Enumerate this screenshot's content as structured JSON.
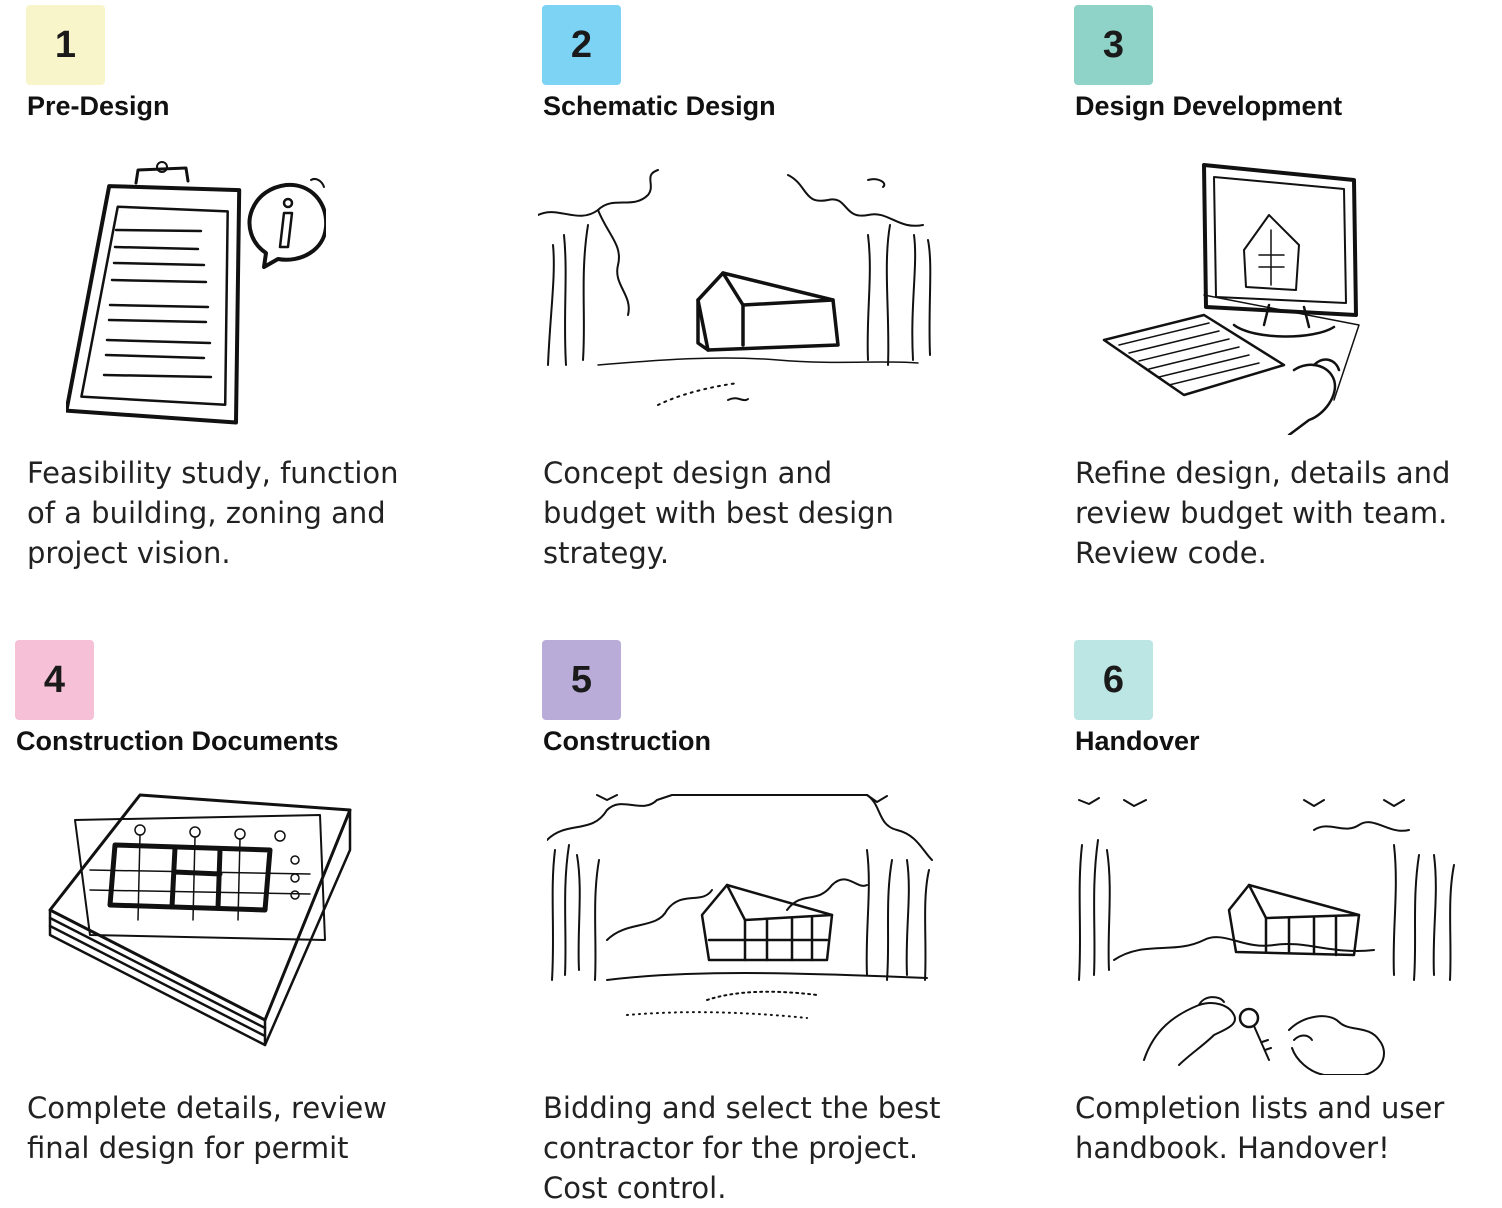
{
  "steps": [
    {
      "number": "1",
      "title": "Pre-Design",
      "description": "Feasibility study, function of a building, zoning and project vision.",
      "badge_color": "#f7f5c9",
      "illustration": "clipboard-info-icon"
    },
    {
      "number": "2",
      "title": "Schematic Design",
      "description": "Concept design and budget with best design strategy.",
      "badge_color": "#7dd3f4",
      "illustration": "sketch-house-in-woods"
    },
    {
      "number": "3",
      "title": "Design Development",
      "description": "Refine design, details and review budget with team. Review code.",
      "badge_color": "#8fd3c8",
      "illustration": "computer-with-house-model"
    },
    {
      "number": "4",
      "title": "Construction Documents",
      "description": "Complete details, review final design for permit",
      "badge_color": "#f6c0d6",
      "illustration": "stack-of-floor-plans"
    },
    {
      "number": "5",
      "title": "Construction",
      "description": "Bidding and select the best contractor for the project. Cost control.",
      "badge_color": "#b9acd8",
      "illustration": "house-under-construction-in-woods"
    },
    {
      "number": "6",
      "title": "Handover",
      "description": "Completion lists and user handbook. Handover!",
      "badge_color": "#bce6e3",
      "illustration": "key-handover-hands"
    }
  ]
}
